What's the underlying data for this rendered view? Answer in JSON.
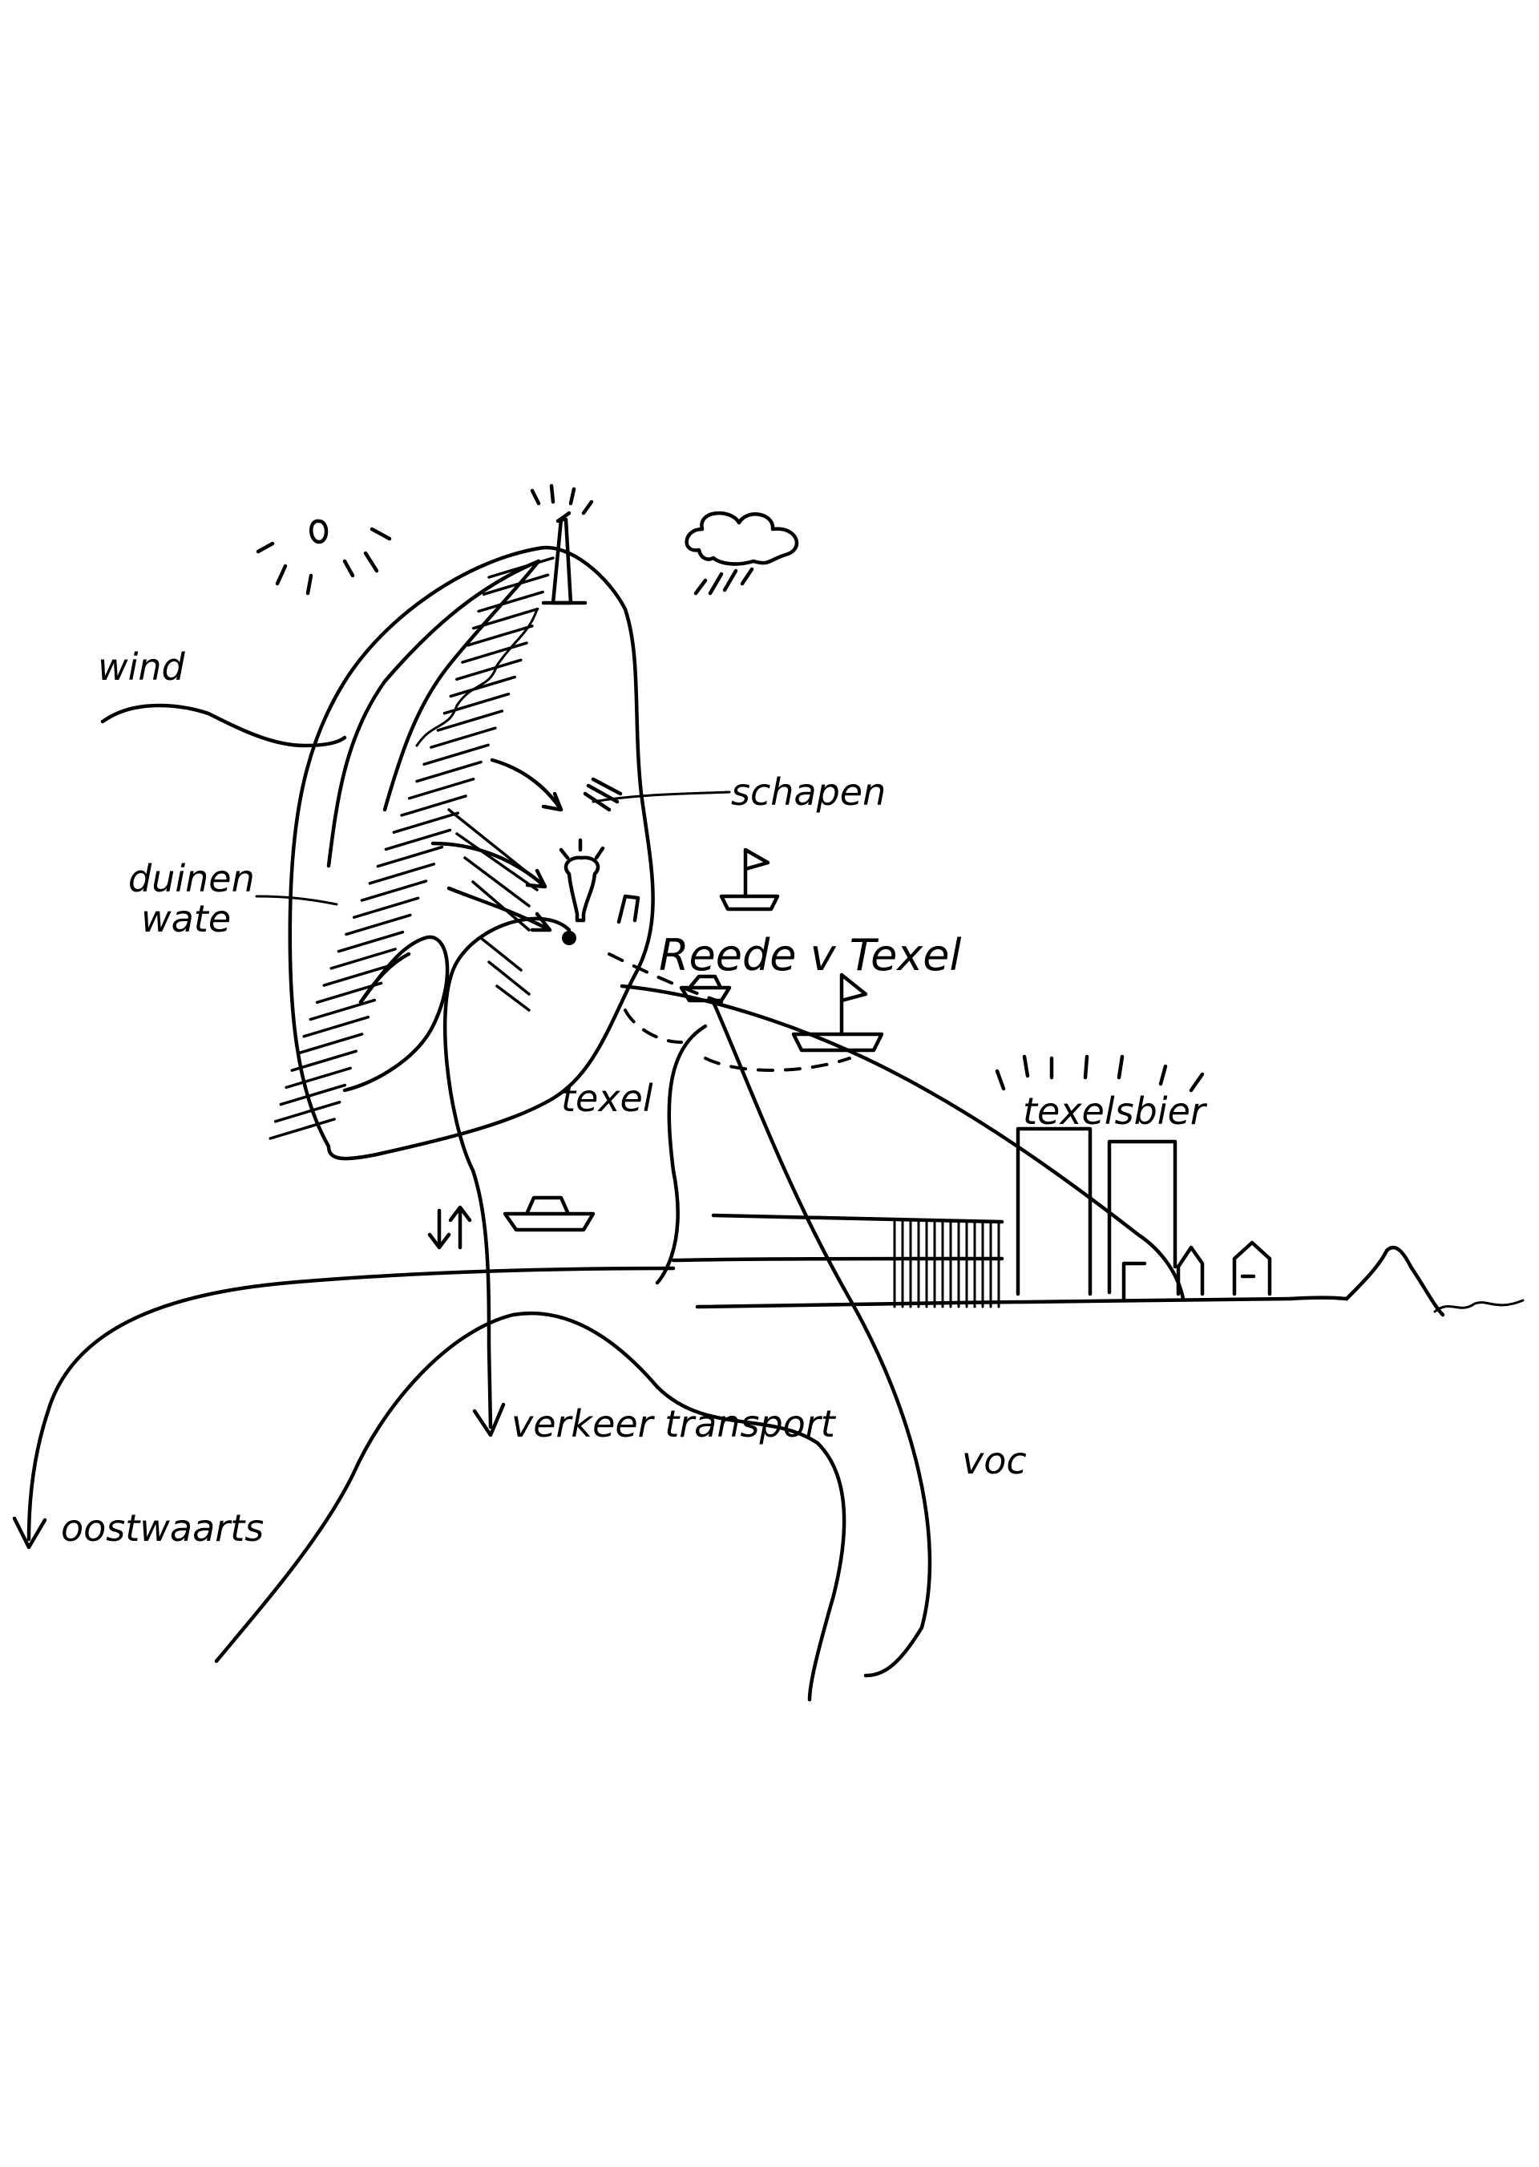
{
  "labels": {
    "wind": "wind",
    "duinen": "duinen",
    "water": "wate",
    "schapen": "schapen",
    "reede": "Reede v Texel",
    "texel": "texel",
    "texelsbier": "texelsbier",
    "verkeer": "verkeer transport",
    "oostwaarts": "oostwaarts",
    "voc": "voc"
  }
}
